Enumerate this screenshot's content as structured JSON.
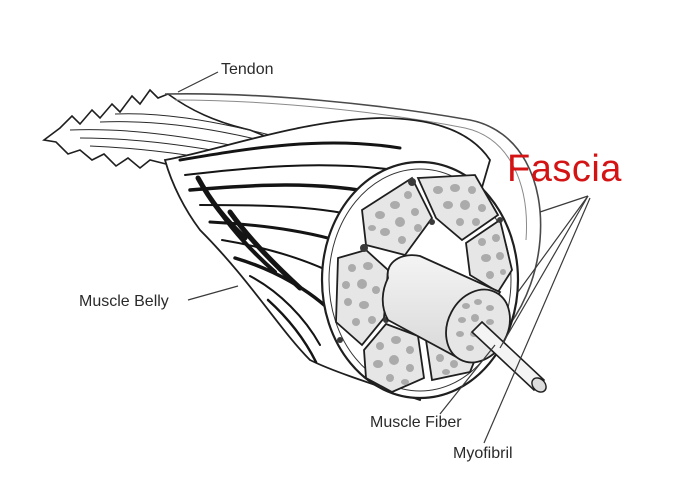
{
  "labels": {
    "tendon": "Tendon",
    "fascia": "Fascia",
    "muscle_belly": "Muscle Belly",
    "muscle_fiber": "Muscle Fiber",
    "myofibril": "Myofibril"
  },
  "colors": {
    "fascia_label": "#d41414",
    "outline": "#1f1f1f",
    "fascicle_fill": "#e6e6e6",
    "pore_fill": "#ababab",
    "background": "#ffffff"
  }
}
